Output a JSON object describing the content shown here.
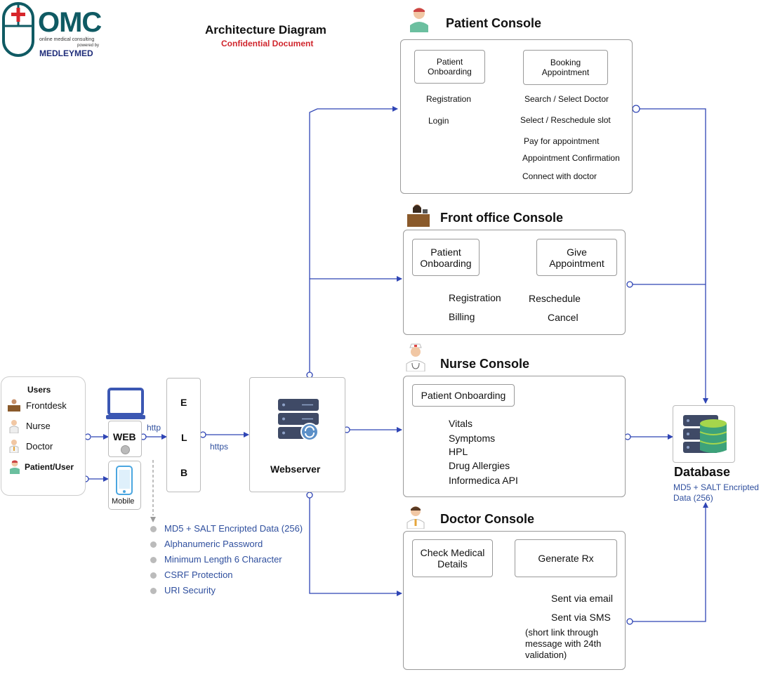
{
  "logo": {
    "brand": "OMC",
    "tagline": "online medical consulting",
    "powered": "powered by",
    "company": "MEDLEYMED"
  },
  "header": {
    "title": "Architecture Diagram",
    "subtitle": "Confidential Document"
  },
  "users": {
    "title": "Users",
    "items": [
      "Frontdesk",
      "Nurse",
      "Doctor",
      "Patient/User"
    ]
  },
  "clients": {
    "web": "WEB",
    "mobile": "Mobile",
    "http": "http",
    "https": "https"
  },
  "elb": [
    "E",
    "L",
    "B"
  ],
  "webserver": "Webserver",
  "security": [
    "MD5 + SALT Encripted Data (256)",
    "Alphanumeric Password",
    "Minimum Length 6 Character",
    "CSRF Protection",
    "URI Security"
  ],
  "patient_console": {
    "title": "Patient Console",
    "onboarding": "Patient Onboarding",
    "booking": "Booking Appointment",
    "left_items": [
      "Registration",
      "Login"
    ],
    "right_items": [
      "Search / Select Doctor",
      "Select / Reschedule slot",
      "Pay for appointment",
      "Appointment Confirmation",
      "Connect with doctor"
    ]
  },
  "front_console": {
    "title": "Front office Console",
    "onboarding": "Patient Onboarding",
    "give": "Give Appointment",
    "left_items": [
      "Registration",
      "Billing"
    ],
    "right_items": [
      "Reschedule",
      "Cancel"
    ]
  },
  "nurse_console": {
    "title": "Nurse Console",
    "onboarding": "Patient Onboarding",
    "items": [
      "Vitals",
      "Symptoms",
      "HPL",
      "Drug Allergies",
      "Informedica API"
    ]
  },
  "doctor_console": {
    "title": "Doctor Console",
    "check": "Check Medical Details",
    "generate": "Generate Rx",
    "items": [
      "Sent via email",
      "Sent via SMS"
    ],
    "note": "(short link through message with 24th validation)"
  },
  "database": {
    "title": "Database",
    "note": "MD5 + SALT Encripted Data (256)"
  },
  "colors": {
    "arrow": "#2f45b5",
    "brand_teal": "#0f5a63",
    "brand_red": "#d7262b",
    "subtitle_red": "#d0262d",
    "text_blue": "#2f4f9e"
  }
}
